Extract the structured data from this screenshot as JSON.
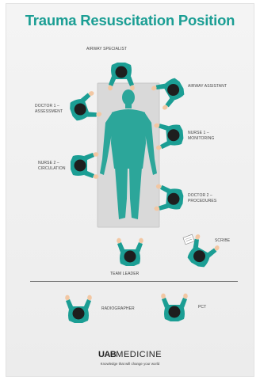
{
  "title": "Trauma Resuscitation Position",
  "roles": {
    "airway_specialist": "AIRWAY SPECIALIST",
    "airway_assistant": "AIRWAY ASSISTANT",
    "doctor1_line1": "DOCTOR 1 –",
    "doctor1_line2": "ASSESSMENT",
    "nurse1_line1": "NURSE 1 –",
    "nurse1_line2": "MONITORING",
    "nurse2_line1": "NURSE 2 –",
    "nurse2_line2": "CIRCULATION",
    "doctor2_line1": "DOCTOR 2 –",
    "doctor2_line2": "PROCEDURES",
    "scribe": "SCRIBE",
    "team_leader": "TEAM LEADER",
    "radiographer": "RADIOGRAPHER",
    "pct": "PCT"
  },
  "brand": {
    "logo_bold": "UAB",
    "logo_rest": "MEDICINE",
    "tagline": "Knowledge that will change your world"
  },
  "colors": {
    "teal": "#1b9e94",
    "skin": "#f2c7a3",
    "hair": "#1e1e1e",
    "table": "#d9d9d9"
  }
}
